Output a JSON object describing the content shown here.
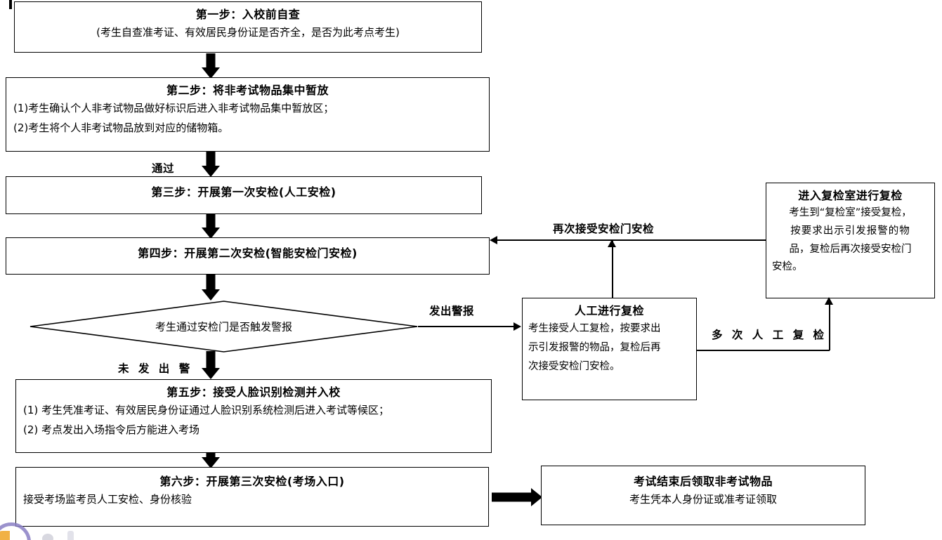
{
  "document": {
    "type": "flowchart",
    "title": "考生入校安检流程图"
  },
  "steps": [
    {
      "id": "step1",
      "title": "第一步：入校前自查",
      "lines": [
        "(考生自查准考证、有效居民身份证是否齐全，是否为此考点考生)"
      ]
    },
    {
      "id": "step2",
      "title": "第二步：将非考试物品集中暂放",
      "lines": [
        "(1)考生确认个人非考试物品做好标识后进入非考试物品集中暂放区；",
        "(2)考生将个人非考试物品放到对应的储物箱。"
      ]
    },
    {
      "id": "step3",
      "title": "第三步：开展第一次安检(人工安检)",
      "lines": []
    },
    {
      "id": "step4",
      "title": "第四步：开展第二次安检(智能安检门安检)",
      "lines": []
    },
    {
      "id": "step5",
      "title": "第五步：接受人脸识别检测并入校",
      "lines": [
        "(1) 考生凭准考证、有效居民身份证通过人脸识别系统检测后进入考试等候区；",
        "(2) 考点发出入场指令后方能进入考场"
      ]
    },
    {
      "id": "step6",
      "title": "第六步：开展第三次安检(考场入口)",
      "lines": [
        "接受考场监考员人工安检、身份核验"
      ]
    }
  ],
  "decision": {
    "text": "考生通过安检门是否触发警报"
  },
  "side_boxes": [
    {
      "id": "manual_recheck",
      "title": "人工进行复检",
      "lines": [
        "考生接受人工复检，按要求出",
        "示引发报警的物品，复检后再",
        "次接受安检门安检。"
      ]
    },
    {
      "id": "recheck_room",
      "title": "进入复检室进行复检",
      "lines": [
        "考生到“复检室”接受复检，",
        "按要求出示引发报警的物",
        "品，复检后再次接受安检门",
        "安检。"
      ]
    },
    {
      "id": "collect_items",
      "title": "考试结束后领取非考试物品",
      "lines": [
        "考生凭本人身份证或准考证领取"
      ]
    }
  ],
  "edge_labels": {
    "pass": "通过",
    "alarm_triggered": "发出警报",
    "no_alarm": "未 发 出 警",
    "rescan_gate": "再次接受安检门安检",
    "multi_manual_recheck": "多 次 人 工 复 检"
  },
  "colors": {
    "stroke": "#000000",
    "background": "#ffffff",
    "artifact_purple": "#8a7fc4",
    "artifact_orange": "#f0a830"
  }
}
